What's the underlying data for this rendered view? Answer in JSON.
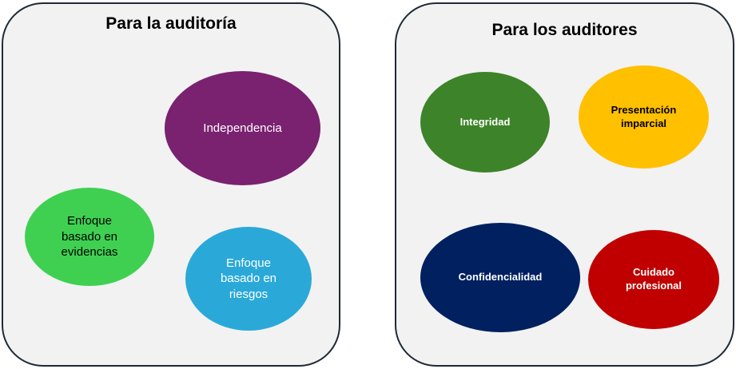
{
  "left_panel": {
    "title": "Para la auditoría",
    "items": [
      {
        "label": "Independencia",
        "color": "#7a2170"
      },
      {
        "label": "Enfoque basado en evidencias",
        "color": "#3fd052"
      },
      {
        "label": "Enfoque basado en riesgos",
        "color": "#2aa9d9"
      }
    ]
  },
  "right_panel": {
    "title": "Para los auditores",
    "items": [
      {
        "label": "Integridad",
        "color": "#3d8329"
      },
      {
        "label": "Presentación imparcial",
        "color": "#ffc000"
      },
      {
        "label": "Confidencialidad",
        "color": "#002060"
      },
      {
        "label": "Cuidado profesional",
        "color": "#c00000"
      }
    ]
  }
}
